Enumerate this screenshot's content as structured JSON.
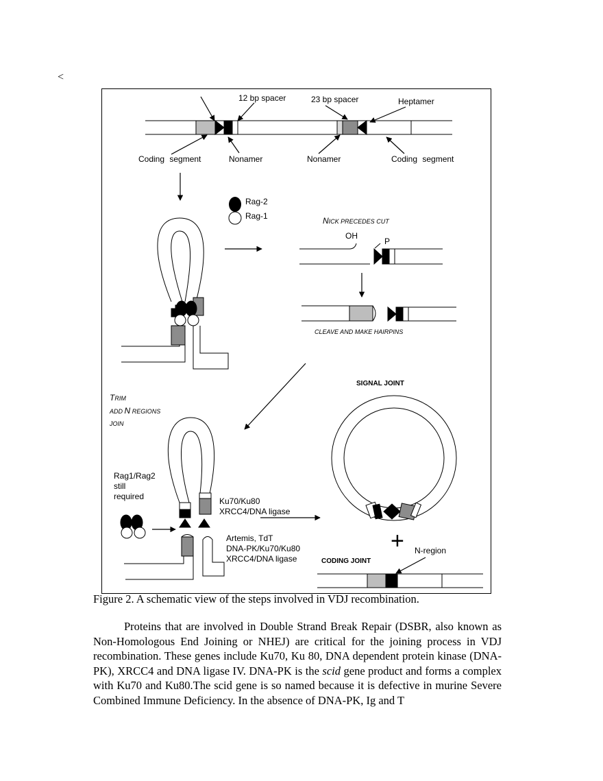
{
  "stray_mark": "<",
  "figure": {
    "labels": {
      "spacer12": "12 bp spacer",
      "spacer23": "23 bp spacer",
      "heptamer": "Heptamer",
      "coding_segment_left": "Coding segment",
      "nonamer_left": "Nonamer",
      "nonamer_right": "Nonamer",
      "coding_segment_right": "Coding segment",
      "rag2": "Rag-2",
      "rag1": "Rag-1",
      "nick_n": "N",
      "nick_rest": "ICK PRECEDES CUT",
      "oh": "OH",
      "p": "P",
      "cleave": "CLEAVE AND MAKE HAIRPINS",
      "signal_joint": "SIGNAL JOINT",
      "trim_t": "T",
      "trim_rest": "RIM",
      "add_n_regions_1": "ADD ",
      "add_n_regions_n": "N",
      "add_n_regions_2": " REGIONS",
      "join": "JOIN",
      "rag_required_1": "Rag1/Rag2",
      "rag_required_2": "still",
      "rag_required_3": "required",
      "ku_1": "Ku70/Ku80",
      "ku_2": "XRCC4/DNA ligase",
      "artemis_1": "Artemis, TdT",
      "artemis_2": "DNA-PK/Ku70/Ku80",
      "artemis_3": "XRCC4/DNA ligase",
      "plus": "+",
      "n_region": "N-region",
      "coding_joint": "CODING JOINT"
    }
  },
  "caption": "Figure 2. A schematic view of the steps involved in VDJ recombination.",
  "paragraph": {
    "p1": "Proteins that are involved in Double Strand Break Repair (DSBR, also known as Non-Homologous End Joining or NHEJ) are critical for the joining process in VDJ recombination. These genes include Ku70, Ku 80, DNA dependent protein kinase (DNA-PK), XRCC4 and DNA ligase IV. DNA-PK is the ",
    "scid": "scid",
    "p2": " gene product and forms a complex with Ku70 and Ku80.The scid gene is so named because it is defective in murine Severe Combined Immune Deficiency. In the absence of DNA-PK, Ig and T"
  }
}
